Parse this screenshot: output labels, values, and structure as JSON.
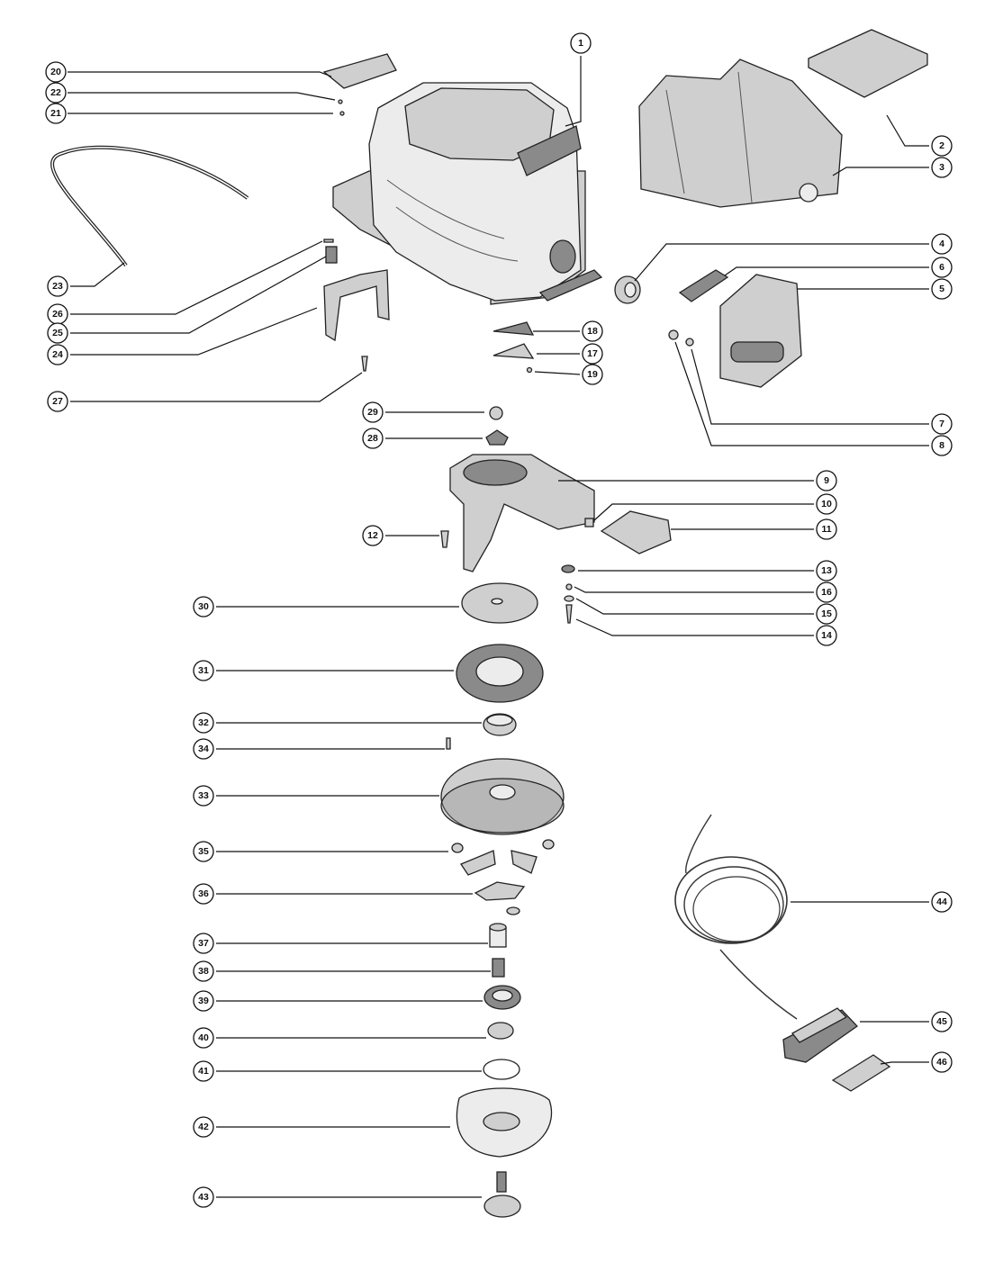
{
  "callouts": {
    "c1": "1",
    "c2": "2",
    "c3": "3",
    "c4": "4",
    "c5": "5",
    "c6": "6",
    "c7": "7",
    "c8": "8",
    "c9": "9",
    "c10": "10",
    "c11": "11",
    "c12": "12",
    "c13": "13",
    "c14": "14",
    "c15": "15",
    "c16": "16",
    "c17": "17",
    "c18": "18",
    "c19": "19",
    "c20": "20",
    "c21": "21",
    "c22": "22",
    "c23": "23",
    "c24": "24",
    "c25": "25",
    "c26": "26",
    "c27": "27",
    "c28": "28",
    "c29": "29",
    "c30": "30",
    "c31": "31",
    "c32": "32",
    "c33": "33",
    "c34": "34",
    "c35": "35",
    "c36": "36",
    "c37": "37",
    "c38": "38",
    "c39": "39",
    "c40": "40",
    "c41": "41",
    "c42": "42",
    "c43": "43",
    "c44": "44",
    "c45": "45",
    "c46": "46"
  },
  "colors": {
    "line": "#111111",
    "part_fill": "#cfcfcf",
    "part_dark": "#8a8a8a",
    "background": "#ffffff"
  }
}
